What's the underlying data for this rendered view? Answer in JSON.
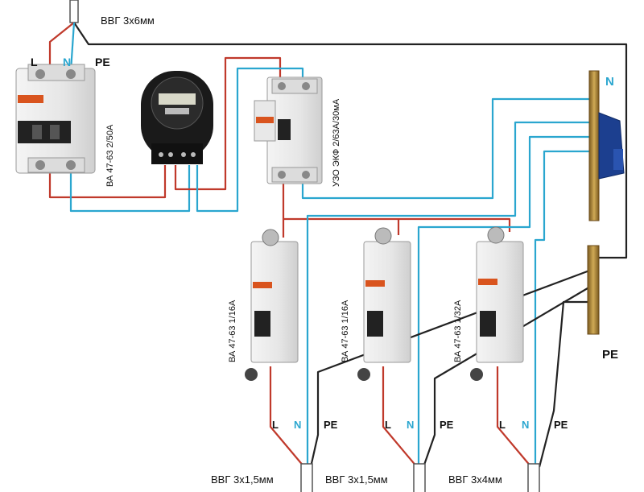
{
  "top_cable": "ВВГ 3х6мм",
  "input_terminals": {
    "l": "L",
    "n": "N",
    "pe": "PE"
  },
  "main_breaker": {
    "label": "ВА 47-63 2/50А"
  },
  "rcd": {
    "label": "УЗО ЭКФ 2/63А/30мА"
  },
  "bus_labels": {
    "neutral": "N",
    "ground": "PE"
  },
  "branch_breakers": [
    {
      "label": "ВА 47-63 1/16А"
    },
    {
      "label": "ВА 47-63 1/16А"
    },
    {
      "label": "ВА 47-63 1/32А"
    }
  ],
  "outputs": [
    {
      "l": "L",
      "n": "N",
      "pe": "PE",
      "cable": "ВВГ 3х1,5мм"
    },
    {
      "l": "L",
      "n": "N",
      "pe": "PE",
      "cable": "ВВГ 3х1,5мм"
    },
    {
      "l": "L",
      "n": "N",
      "pe": "PE",
      "cable": "ВВГ 3х4мм"
    }
  ],
  "colors": {
    "phase": "#c0392b",
    "neutral": "#2aa6cf",
    "ground": "#222222",
    "bus_neutral": "#1c3f8f",
    "bus_brass": "#b08a3e"
  }
}
